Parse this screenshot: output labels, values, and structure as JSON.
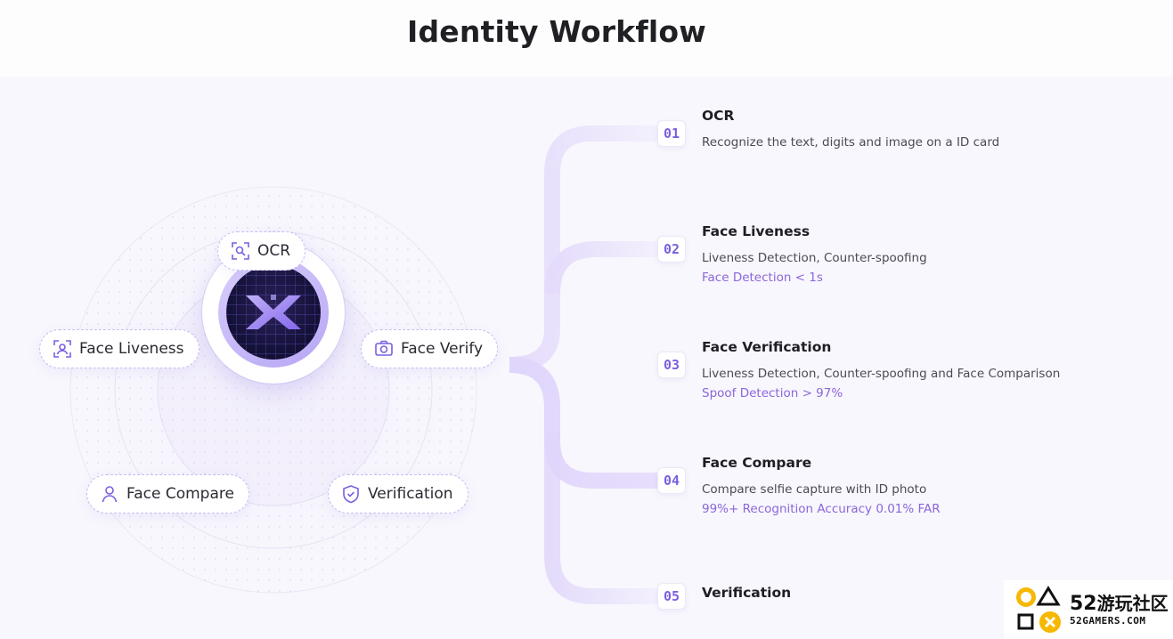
{
  "page": {
    "title": "Identity Workflow"
  },
  "orbit": {
    "center_icon": "xx-logo-icon",
    "items": [
      {
        "label": "OCR",
        "icon": "scan-search-icon"
      },
      {
        "label": "Face Liveness",
        "icon": "face-scan-icon"
      },
      {
        "label": "Face Verify",
        "icon": "camera-icon"
      },
      {
        "label": "Face Compare",
        "icon": "user-icon"
      },
      {
        "label": "Verification",
        "icon": "shield-check-icon"
      }
    ]
  },
  "steps": [
    {
      "num": "01",
      "title": "OCR",
      "desc": "Recognize the text, digits and image on a ID card",
      "metric": ""
    },
    {
      "num": "02",
      "title": "Face Liveness",
      "desc": "Liveness Detection, Counter-spoofing",
      "metric": "Face Detection < 1s"
    },
    {
      "num": "03",
      "title": "Face Verification",
      "desc": "Liveness Detection, Counter-spoofing and Face Comparison",
      "metric": "Spoof Detection > 97%"
    },
    {
      "num": "04",
      "title": "Face Compare",
      "desc": "Compare selfie capture with ID photo",
      "metric": "99%+ Recognition Accuracy 0.01% FAR"
    },
    {
      "num": "05",
      "title": "Verification",
      "desc": "",
      "metric": ""
    }
  ],
  "colors": {
    "accent": "#7b5fe0",
    "metric": "#8b66da",
    "background": "#f8f7fd"
  },
  "watermark": {
    "number": "52",
    "cn": "游玩社区",
    "en": "52GAMERS.COM"
  }
}
